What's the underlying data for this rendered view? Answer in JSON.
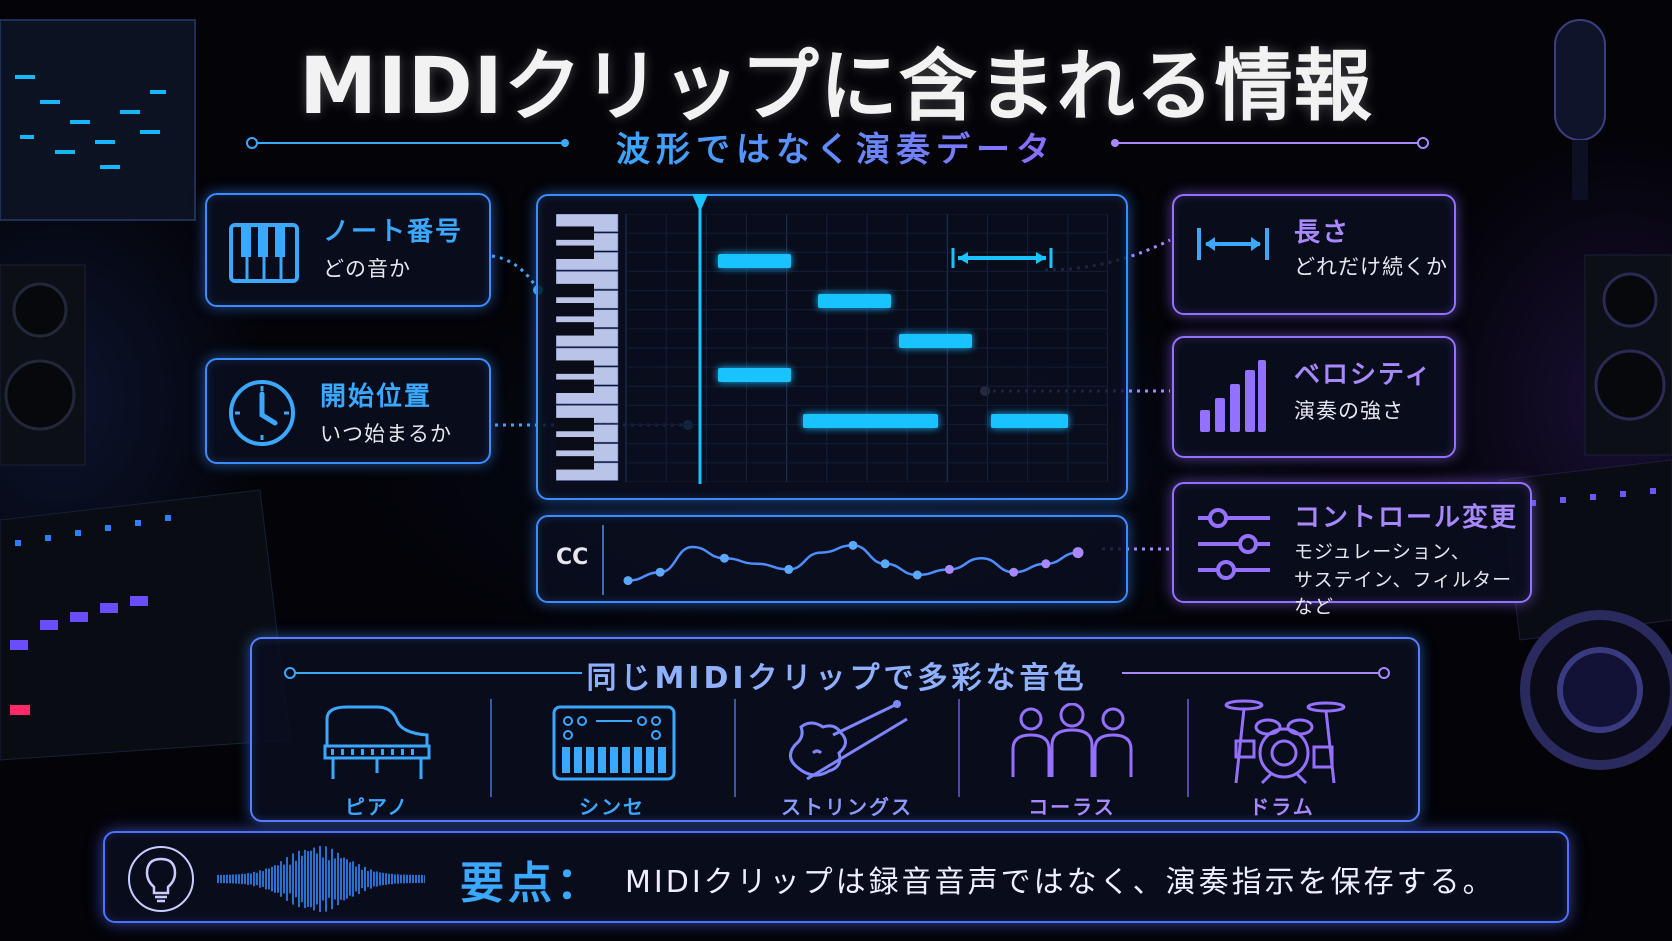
{
  "title": "MIDIクリップに含まれる情報",
  "subtitle": "波形ではなく演奏データ",
  "cards": {
    "note_number": {
      "title": "ノート番号",
      "sub": "どの音か",
      "icon": "piano-keys-icon"
    },
    "start_position": {
      "title": "開始位置",
      "sub": "いつ始まるか",
      "icon": "clock-icon"
    },
    "length": {
      "title": "長さ",
      "sub": "どれだけ続くか",
      "icon": "length-arrows-icon"
    },
    "velocity": {
      "title": "ベロシティ",
      "sub": "演奏の強さ",
      "icon": "signal-bars-icon"
    },
    "control_change": {
      "title": "コントロール変更",
      "sub_line1": "モジュレーション、",
      "sub_line2": "サステイン、フィルターなど",
      "icon": "sliders-icon"
    }
  },
  "piano_roll": {
    "cc_label": "CC",
    "notes": [
      {
        "start": 0.06,
        "end": 0.25,
        "row": 0
      },
      {
        "start": 0.32,
        "end": 0.51,
        "row": 1
      },
      {
        "start": 0.53,
        "end": 0.72,
        "row": 2
      },
      {
        "start": 0.06,
        "end": 0.25,
        "row": 3
      },
      {
        "start": 0.28,
        "end": 0.63,
        "row": 4
      },
      {
        "start": 0.77,
        "end": 0.97,
        "row": 4
      }
    ],
    "cc_curve": [
      0.15,
      0.3,
      0.75,
      0.55,
      0.45,
      0.35,
      0.65,
      0.78,
      0.45,
      0.25,
      0.35,
      0.55,
      0.3,
      0.45,
      0.65
    ]
  },
  "instruments_panel": {
    "heading": "同じMIDIクリップで多彩な音色",
    "items": [
      {
        "label": "ピアノ",
        "icon": "grand-piano-icon"
      },
      {
        "label": "シンセ",
        "icon": "synthesizer-icon"
      },
      {
        "label": "ストリングス",
        "icon": "violin-icon"
      },
      {
        "label": "コーラス",
        "icon": "choir-icon"
      },
      {
        "label": "ドラム",
        "icon": "drum-kit-icon"
      }
    ]
  },
  "key_point": {
    "label": "要点：",
    "text": "MIDIクリップは録音音声ではなく、演奏指示を保存する。",
    "icon": "lightbulb-icon",
    "waveform_icon": "waveform-icon"
  },
  "colors": {
    "blue": "#3aa8ff",
    "purple": "#a888ff",
    "note": "#19c3ff"
  }
}
